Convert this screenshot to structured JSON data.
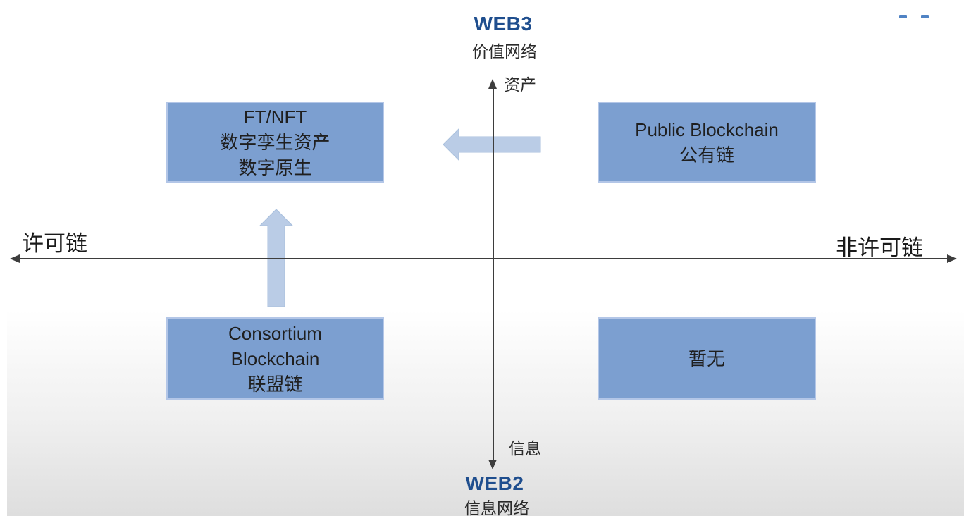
{
  "colors": {
    "box_fill": "#7c9fd0",
    "box_border": "#b3c6e7",
    "arrow_fill": "#bacce6",
    "arrow_border": "#a9bfdc",
    "axis_color": "#3d3d3d",
    "web_label_color": "#1f4e8e",
    "corner_mark_color": "#3d76be"
  },
  "axes": {
    "top": {
      "title": "WEB3",
      "subtitle": "价值网络",
      "axis_label": "资产"
    },
    "bottom": {
      "title": "WEB2",
      "subtitle": "信息网络",
      "axis_label": "信息"
    },
    "left": {
      "label": "许可链"
    },
    "right": {
      "label": "非许可链"
    }
  },
  "quadrants": {
    "top_left": {
      "lines": [
        "FT/NFT",
        "数字孪生资产",
        "数字原生"
      ]
    },
    "top_right": {
      "lines": [
        "Public Blockchain",
        "公有链"
      ]
    },
    "bottom_left": {
      "lines": [
        "Consortium",
        "Blockchain",
        "联盟链"
      ]
    },
    "bottom_right": {
      "lines": [
        "暂无"
      ]
    }
  }
}
